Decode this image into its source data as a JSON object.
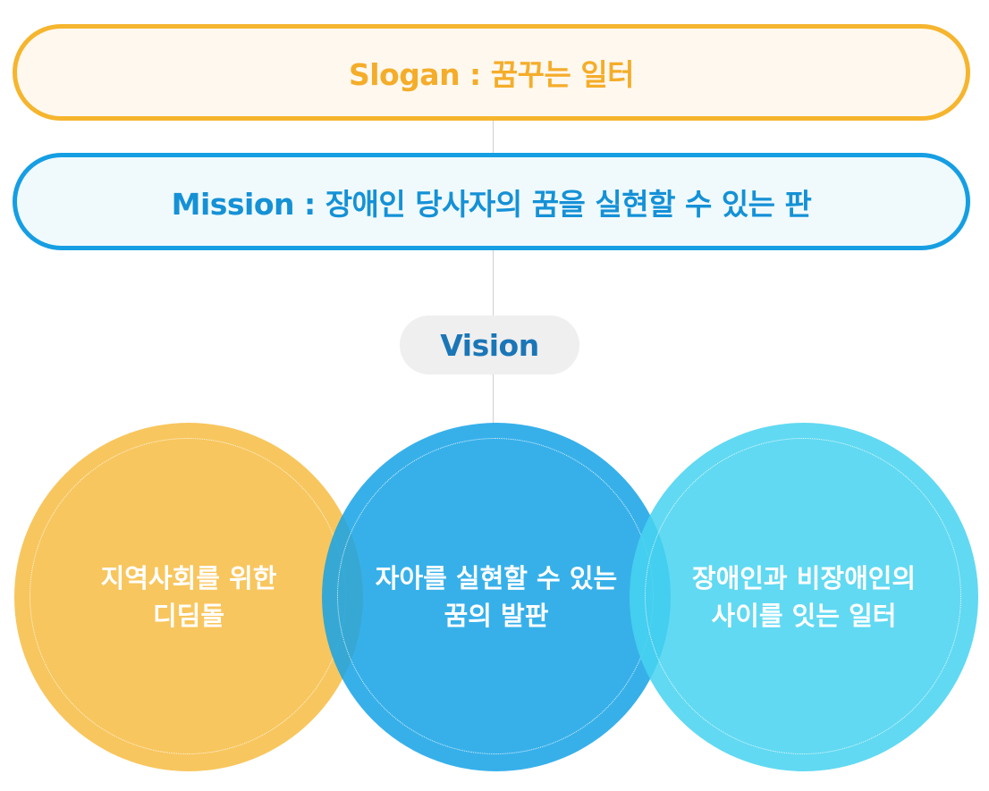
{
  "slogan": {
    "text": "Slogan : 꿈꾸는 일터",
    "color": "#f4ad2a"
  },
  "mission": {
    "text": "Mission : 장애인 당사자의 꿈을 실현할 수 있는 판",
    "color": "#1591d6"
  },
  "vision": {
    "label": "Vision",
    "color": "#1b76b7"
  },
  "visions": [
    {
      "text": "지역사회를 위한\n디딤돌",
      "color": "#f7be48"
    },
    {
      "text": "자아를 실현할 수 있는\n꿈의 발판",
      "color": "#16a3e7"
    },
    {
      "text": "장애인과 비장애인의\n사이를 잇는 일터",
      "color": "#47d3f0"
    }
  ]
}
